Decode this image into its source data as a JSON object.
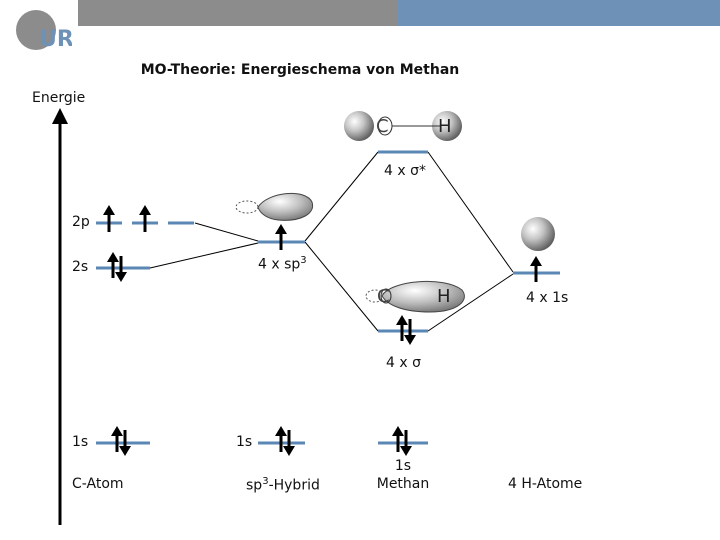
{
  "header": {
    "logo_text": "UR",
    "title": "MO-Theorie: Energieschema von Methan"
  },
  "axis": {
    "label": "Energie"
  },
  "levels": {
    "c_2p": "2p",
    "c_2s": "2s",
    "c_1s": "1s",
    "hyb_sp3": "4 x sp",
    "hyb_sp3_sup": "3",
    "hyb_1s": "1s",
    "sigma_star": "4 x σ*",
    "sigma": "4 x σ",
    "h_1s": "4 x 1s",
    "methan_1s": "1s"
  },
  "orbital_labels": {
    "antibonding_c": "C",
    "antibonding_h": "H",
    "bonding_c": "C",
    "bonding_h": "H"
  },
  "columns": {
    "c_atom": "C-Atom",
    "hybrid": "sp",
    "hybrid_sup": "3",
    "hybrid_suffix": "-Hybrid",
    "methan_line1": "1s",
    "methan_line2": "Methan",
    "h_atoms": "4 H-Atome"
  },
  "colors": {
    "level_line": "#5b87b5",
    "top_gray": "#8c8c8c",
    "top_blue": "#6e91b8",
    "arrow": "#000000"
  }
}
